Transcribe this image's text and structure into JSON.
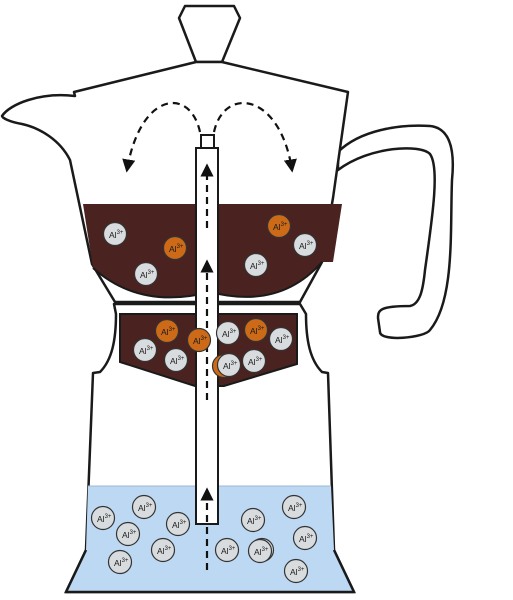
{
  "ion": {
    "symbol": "Al",
    "charge": "3+"
  },
  "colors": {
    "outline": "#1a1a1a",
    "coffee": "#4a2220",
    "water": "#bcd8f3",
    "ion_gray": "#d9dcdf",
    "ion_orange": "#cc6a18",
    "arrow": "#111111"
  },
  "upper_chamber_ions": [
    "gray",
    "orange",
    "gray",
    "orange",
    "gray",
    "gray"
  ],
  "filter_basket_ions": [
    "orange",
    "gray",
    "orange",
    "gray",
    "orange",
    "gray",
    "gray",
    "orange",
    "gray",
    "gray"
  ],
  "water_reservoir_ions": [
    "gray",
    "gray",
    "gray",
    "gray",
    "gray",
    "gray",
    "gray",
    "gray",
    "gray",
    "gray",
    "gray",
    "gray",
    "gray"
  ]
}
